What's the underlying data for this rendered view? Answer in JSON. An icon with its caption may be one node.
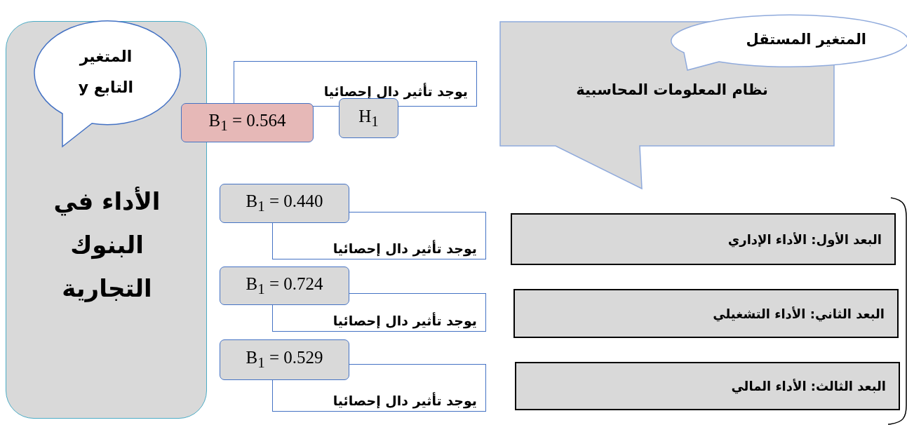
{
  "diagram": {
    "nodes": [
      {
        "text": [
          "الأداء في البنوك التجارية"
        ]
      },
      {
        "text": [
          "المتغير التابع y"
        ],
        "in": 0
      },
      {
        "text": [
          "يوجد تأثير دال إحصائيا"
        ]
      },
      {
        "text": [
          "B$_{1}$ = 0.564"
        ]
      },
      {
        "text": [
          "H$_{1}$"
        ]
      },
      {
        "text": [
          "نظام المعلومات المحاسبية"
        ]
      },
      {
        "text": [
          "المتغير المستقل"
        ]
      },
      {
        "text": [
          "B$_{1}$ = 0.440"
        ]
      },
      {
        "text": [
          "يوجد تأثير دال إحصائيا"
        ]
      },
      {
        "text": [
          "البعد الأول: الأداء الإداري"
        ]
      },
      {
        "text": [
          "B$_{1}$ = 0.724"
        ]
      },
      {
        "text": [
          "يوجد تأثير دال إحصائيا"
        ]
      },
      {
        "text": [
          "البعد الثاني: الأداء التشغيلي"
        ]
      },
      {
        "text": [
          "B$_{1}$ = 0.529"
        ]
      },
      {
        "text": [
          "يوجد تأثير دال إحصائيا"
        ]
      },
      {
        "text": [
          "البعد الثالث: الأداء المالي"
        ]
      }
    ],
    "edges": []
  }
}
